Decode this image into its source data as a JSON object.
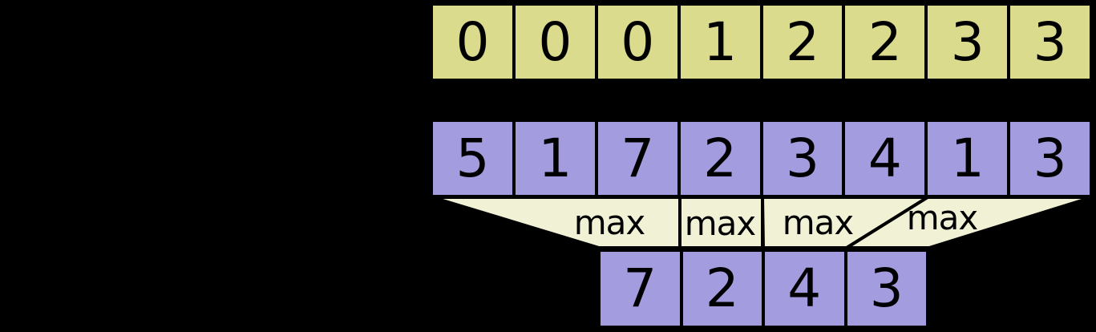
{
  "diagram": {
    "background_color": "#000000",
    "border_color": "#000000",
    "text_color": "#000000",
    "rows": {
      "keys": {
        "fill_color": "#dbdb8d",
        "values": [
          "0",
          "0",
          "0",
          "1",
          "2",
          "2",
          "3",
          "3"
        ]
      },
      "values": {
        "fill_color": "#a39de0",
        "values": [
          "5",
          "1",
          "7",
          "2",
          "3",
          "4",
          "1",
          "3"
        ]
      },
      "results": {
        "fill_color": "#a39de0",
        "values": [
          "7",
          "2",
          "4",
          "3"
        ]
      }
    },
    "operations": {
      "band_fill_color": "#f1f1d5",
      "labels": [
        "max",
        "max",
        "max",
        "max"
      ]
    }
  }
}
